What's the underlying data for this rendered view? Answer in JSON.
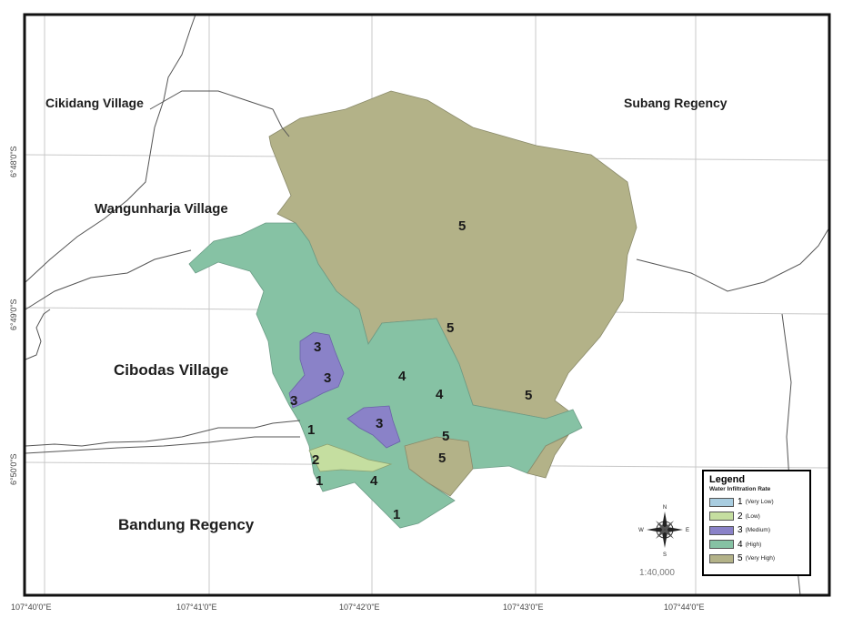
{
  "places": {
    "cikidang": "Cikidang Village",
    "subang": "Subang Regency",
    "wangunharja": "Wangunharja Village",
    "cibodas": "Cibodas Village",
    "bandung": "Bandung Regency"
  },
  "zone_labels": [
    "5",
    "5",
    "5",
    "4",
    "4",
    "3",
    "3",
    "3",
    "3",
    "1",
    "2",
    "1",
    "4",
    "5",
    "5",
    "1"
  ],
  "x_ticks": [
    "107°40'0\"E",
    "107°41'0\"E",
    "107°42'0\"E",
    "107°43'0\"E",
    "107°44'0\"E"
  ],
  "y_ticks": [
    "6°48'0\"S",
    "6°49'0\"S",
    "6°50'0\"S"
  ],
  "legend": {
    "title": "Legend",
    "subtitle": "Water Infiltration Rate",
    "items": [
      {
        "num": "1",
        "label": "(Very Low)",
        "color": "#a9cde0"
      },
      {
        "num": "2",
        "label": "(Low)",
        "color": "#c5dea0"
      },
      {
        "num": "3",
        "label": "(Medium)",
        "color": "#8a82c8"
      },
      {
        "num": "4",
        "label": "(High)",
        "color": "#86c2a4"
      },
      {
        "num": "5",
        "label": "(Very High)",
        "color": "#b3b288"
      }
    ]
  },
  "scale": "1:40,000",
  "compass": {
    "n": "N",
    "s": "S",
    "e": "E",
    "w": "W"
  },
  "colors": {
    "very_high": "#b3b288",
    "high": "#86c2a4",
    "medium": "#8a82c8",
    "low": "#c5dea0"
  }
}
